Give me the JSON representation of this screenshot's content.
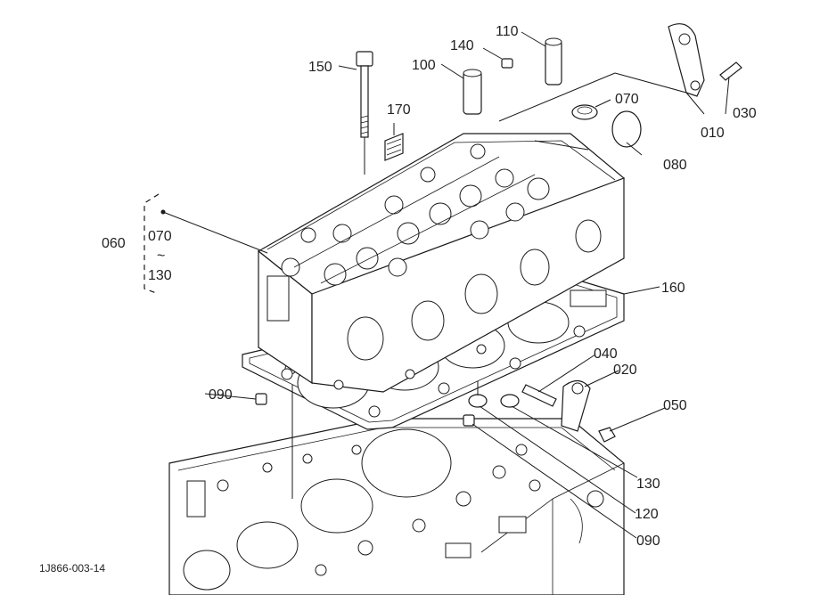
{
  "labels": {
    "p150": "150",
    "p140": "140",
    "p110": "110",
    "p100": "100",
    "p170": "170",
    "p070_top": "070",
    "p080": "080",
    "p010": "010",
    "p030": "030",
    "p060": "060",
    "range_start": "070",
    "range_tilde": "~",
    "range_end": "130",
    "p160": "160",
    "p040": "040",
    "p020": "020",
    "p050": "050",
    "p090_left": "090",
    "p130": "130",
    "p120": "120",
    "p090_bottom": "090"
  },
  "reference": "1J866-003-14"
}
